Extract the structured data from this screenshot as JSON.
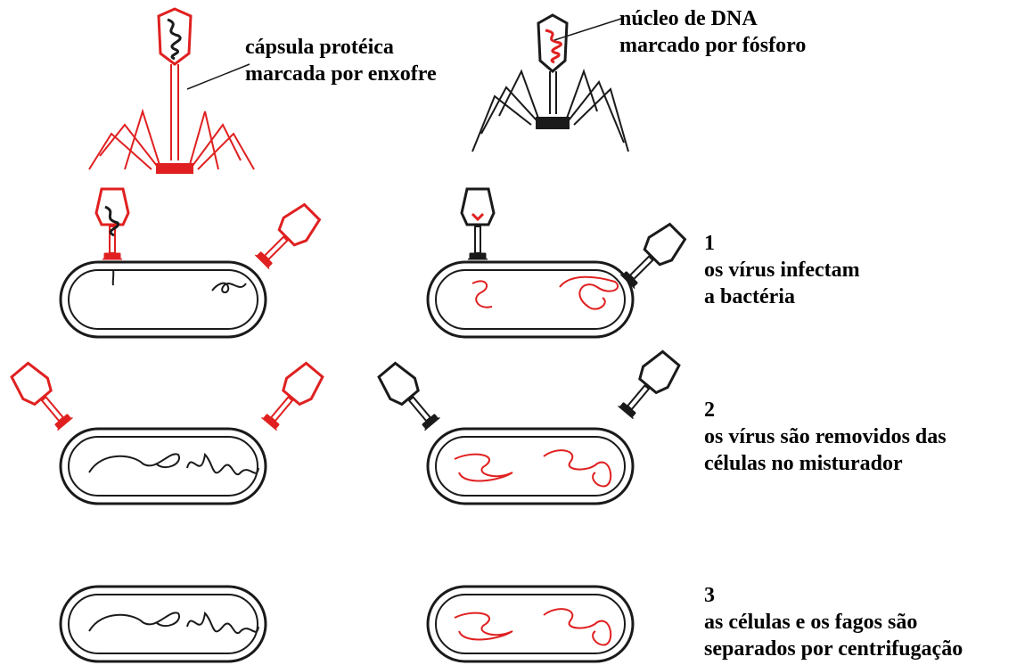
{
  "labels": {
    "capsid_line1": "cápsula protéica",
    "capsid_line2": "marcada por enxofre",
    "dna_line1": "núcleo de DNA",
    "dna_line2": "marcado por fósforo"
  },
  "steps": [
    {
      "number": "1",
      "line1": "os vírus infectam",
      "line2": "a bactéria"
    },
    {
      "number": "2",
      "line1": "os vírus são removidos das",
      "line2": "células no misturador"
    },
    {
      "number": "3",
      "line1": "as células e os fagos são",
      "line2": "separados por centrifugação"
    }
  ],
  "colors": {
    "sulfur_label": "#e02020",
    "phosphorus_label": "#e02020",
    "unlabeled": "#1a1a1a"
  }
}
